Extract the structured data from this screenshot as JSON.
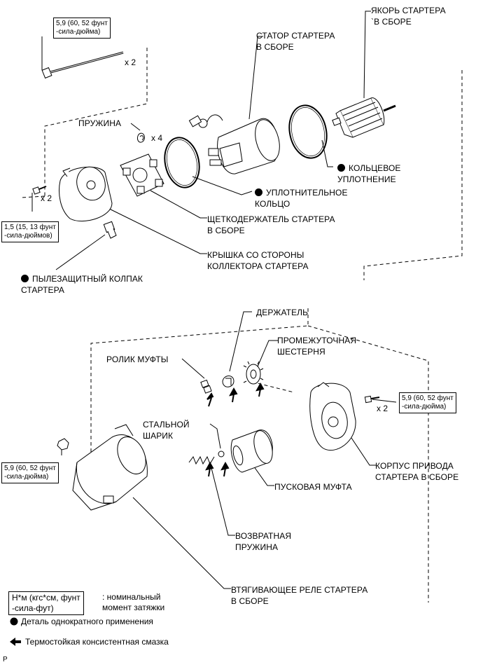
{
  "labels": {
    "armature": "ЯКОРЬ СТАРТЕРА\n`В СБОРЕ",
    "stator": "СТАТОР СТАРТЕРА\nВ СБОРЕ",
    "spring": "ПРУЖИНА",
    "o_ring": "КОЛЬЦЕВОЕ\nУПЛОТНЕНИЕ",
    "seal_ring": "УПЛОТНИТЕЛЬНОЕ\nКОЛЬЦО",
    "brush_holder": "ЩЕТКОДЕРЖАТЕЛЬ СТАРТЕРА\nВ СБОРЕ",
    "commutator_cover": "КРЫШКА СО СТОРОНЫ\nКОЛЛЕКТОРА СТАРТЕРА",
    "dust_cap": "ПЫЛЕЗАЩИТНЫЙ КОЛПАК\nСТАРТЕРА",
    "retainer": "ДЕРЖАТЕЛЬ",
    "idler_gear": "ПРОМЕЖУТОЧНАЯ\nШЕСТЕРНЯ",
    "clutch_roller": "РОЛИК МУФТЫ",
    "steel_ball": "СТАЛЬНОЙ\nШАРИК",
    "drive_housing": "КОРПУС ПРИВОДА\nСТАРТЕРА В СБОРЕ",
    "starter_clutch": "ПУСКОВАЯ МУФТА",
    "return_spring": "ВОЗВРАТНАЯ\nПРУЖИНА",
    "solenoid": "ВТЯГИВАЮЩЕЕ РЕЛЕ СТАРТЕРА\nВ СБОРЕ"
  },
  "torque": {
    "through_bolt": "5,9 (60, 52 фунт\n-сила-дюйма)",
    "cover_screw": "1,5 (15, 13 фунт\n-сила-дюймов)",
    "housing_bolt": "5,9 (60, 52 фунт\n-сила-дюйма)",
    "solenoid_nut": "5,9 (60, 52 фунт\n-сила-дюйма)"
  },
  "quantities": {
    "through_bolt": "x 2",
    "spring": "x 4",
    "cover_screw": "x 2",
    "housing_bolt": "x 2"
  },
  "legend": {
    "unit_box": "Н*м (кгс*см, фунт\n-сила-фут)",
    "unit_desc": ": номинальный\nмомент затяжки",
    "single_use": "Деталь однократного применения",
    "grease": "Термостойкая консистентная смазка"
  },
  "footer": {
    "letter": "P"
  }
}
